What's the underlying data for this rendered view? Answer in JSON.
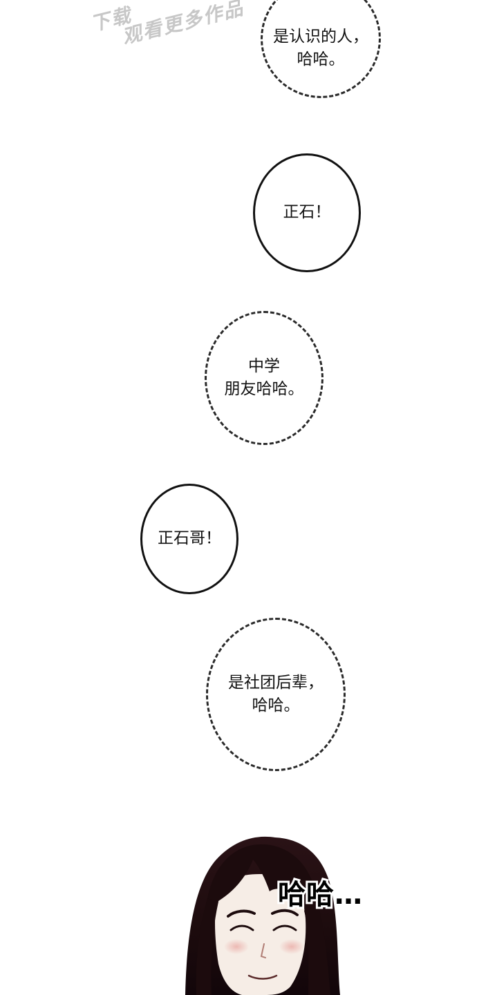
{
  "watermark": {
    "line1": "下载",
    "line2": "观看更多作品"
  },
  "bubbles": [
    {
      "style": "dashed",
      "lines": [
        "是认识的人，",
        "哈哈。"
      ]
    },
    {
      "style": "solid",
      "lines": [
        "正石！"
      ]
    },
    {
      "style": "dashed",
      "lines": [
        "中学",
        "朋友哈哈。"
      ]
    },
    {
      "style": "solid",
      "lines": [
        "正石哥！"
      ]
    },
    {
      "style": "dashed",
      "lines": [
        "是社团后辈，",
        "哈哈。"
      ]
    }
  ],
  "sfx": "哈哈…",
  "colors": {
    "hair": "#1c0b0d",
    "skin": "#f6ede6",
    "blush": "#e9a7a2",
    "ink": "#111111"
  }
}
